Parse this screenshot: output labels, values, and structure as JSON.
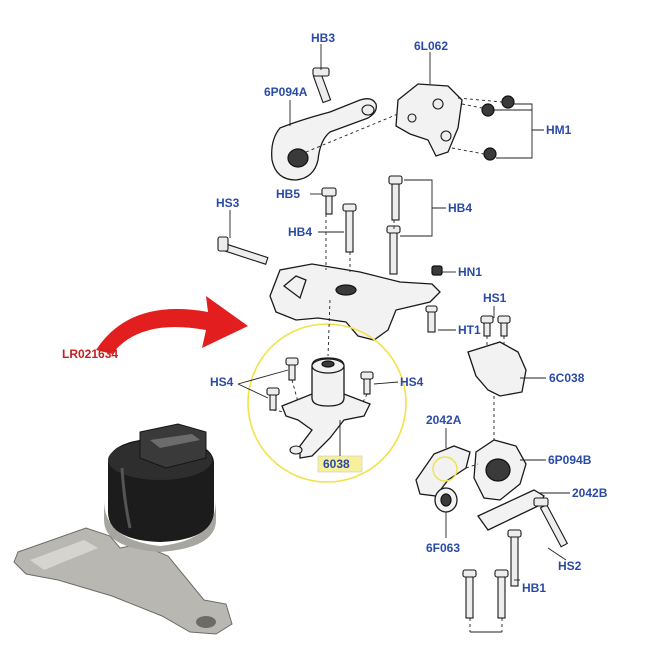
{
  "callouts": {
    "hb3": "HB3",
    "l6062": "6L062",
    "p6094a": "6P094A",
    "hm1": "HM1",
    "hb5": "HB5",
    "hs3": "HS3",
    "hb4_left": "HB4",
    "hb4_right": "HB4",
    "hn1": "HN1",
    "hs1": "HS1",
    "ht1": "HT1",
    "hs4_left": "HS4",
    "hs4_right": "HS4",
    "c6038_right": "6C038",
    "n6038": "6038",
    "n2042a": "2042A",
    "p6094b": "6P094B",
    "n2042b": "2042B",
    "f6063": "6F063",
    "hs2": "HS2",
    "hb1": "HB1"
  },
  "part_number": "LR021634",
  "colors": {
    "callout_text": "#2a4aa8",
    "part_number_text": "#c81e1e",
    "arrow": "#e31e1e",
    "highlight_circle": "#f2e24a",
    "highlight_box": "#f7ef9a"
  },
  "icons": {
    "pointer": "red-curved-arrow",
    "highlight": "yellow-circle"
  }
}
